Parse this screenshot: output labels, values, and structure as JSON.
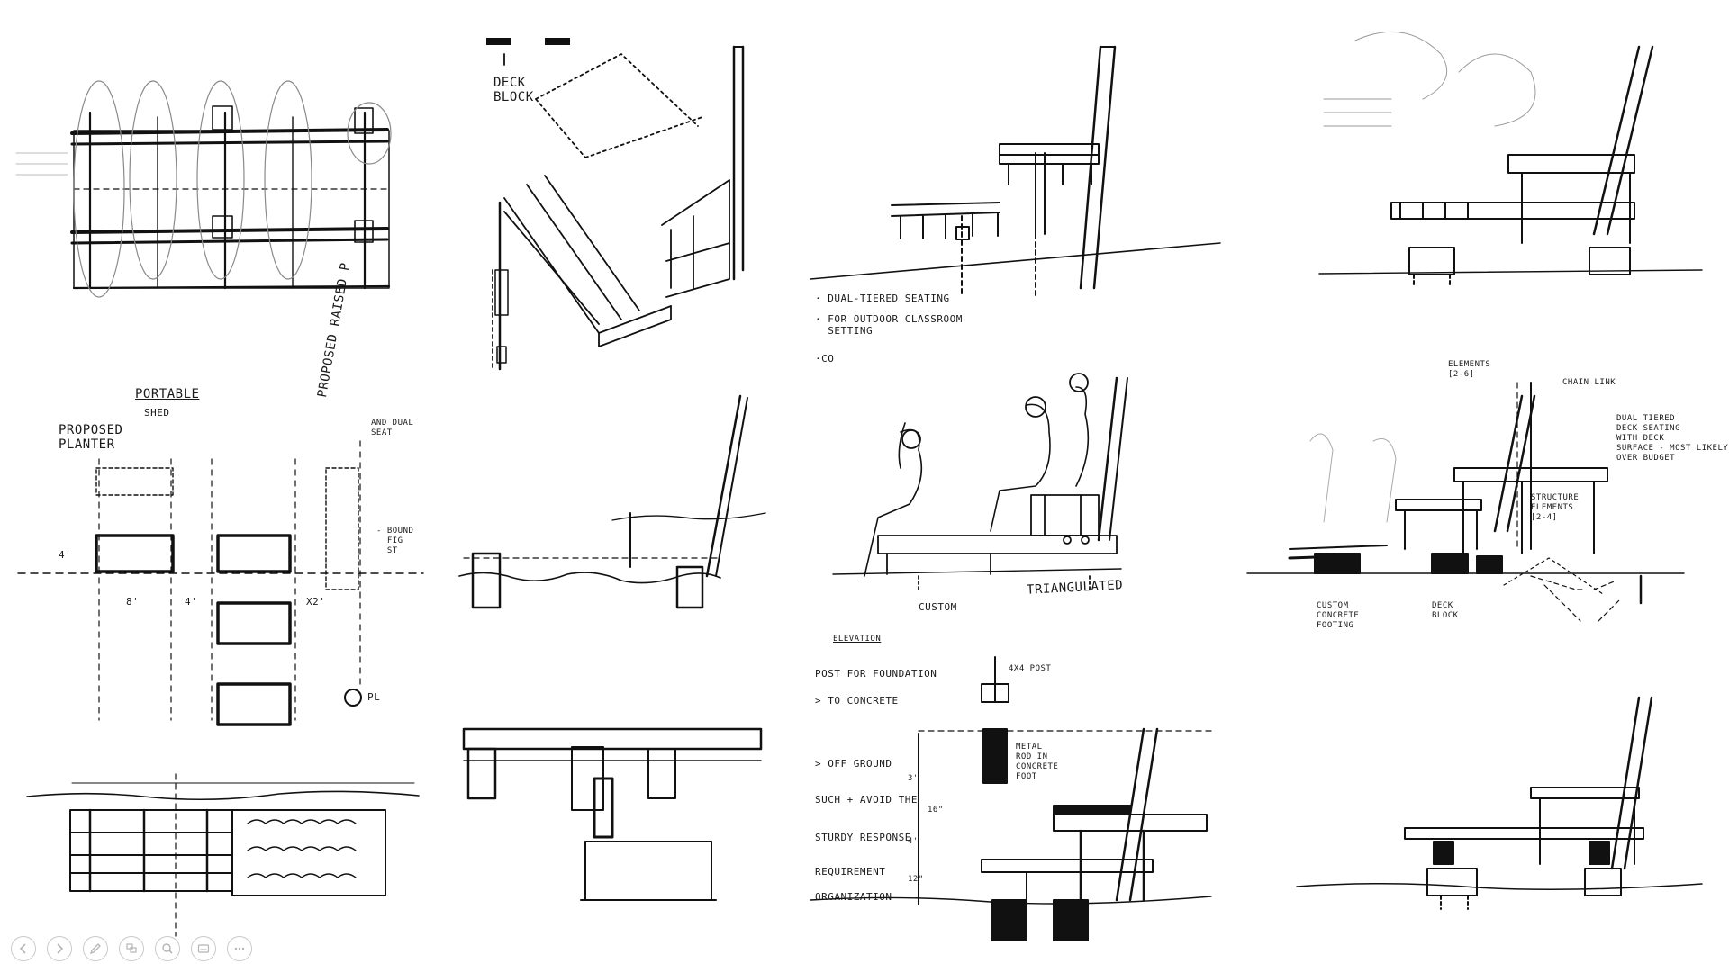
{
  "toolbar": {
    "items": [
      {
        "name": "previous-button",
        "icon": "chevron-left-icon"
      },
      {
        "name": "next-button",
        "icon": "chevron-right-icon"
      },
      {
        "name": "pen-button",
        "icon": "pen-icon"
      },
      {
        "name": "slides-button",
        "icon": "slides-icon"
      },
      {
        "name": "zoom-button",
        "icon": "magnifier-icon"
      },
      {
        "name": "subtitles-button",
        "icon": "subtitles-icon"
      },
      {
        "name": "more-button",
        "icon": "more-icon"
      }
    ],
    "icon_color": "#b5b5b5"
  },
  "annotations": {
    "deck_block_1": "Deck\nBlock",
    "dual_tiered": "· Dual-Tiered Seating",
    "outdoor_classroom": "· For Outdoor Classroom\n  Setting",
    "co": "·Co",
    "portable": "Portable",
    "shed": "Shed",
    "proposed_planter": "Proposed\nPlanter",
    "proposed_raised": "Proposed Raised P",
    "and_dual": "and Dual\nseat",
    "bound": "- Bound\n  Fig\n  st",
    "dim_8": "8'",
    "dim_4": "4'",
    "dim_4b": "4'",
    "dim_x2": "x2'",
    "p_label": "Pl",
    "custom": "Custom",
    "triangulated": "Triangulated",
    "elements_top": "Elements\n[2-6]",
    "chain_link": "Chain Link",
    "dual_tiered_deck": "Dual Tiered\nDeck Seating\nWith Deck\nSurface - Most Likely\nOver Budget",
    "structure_elements": "Structure\nElements\n[2-4]",
    "custom_concrete": "Custom\nConcrete\nFooting",
    "deck_block_2": "Deck\nBlock",
    "elevation": "Elevation",
    "post_foundation": "Post for Foundation",
    "to_concrete": "> to Concrete",
    "off_ground": "> Off Ground",
    "such_avoid": "Such + Avoid the",
    "sturdy": "Sturdy Response",
    "requirement": "Requirement",
    "organization": "Organization",
    "post_4x4": "4x4 Post",
    "metal_rod": "Metal\nRod in\nConcrete\nFoot",
    "dim_16": "16\"",
    "dim_3": "3'",
    "dim_ht": "4'",
    "dim_12": "12\""
  }
}
